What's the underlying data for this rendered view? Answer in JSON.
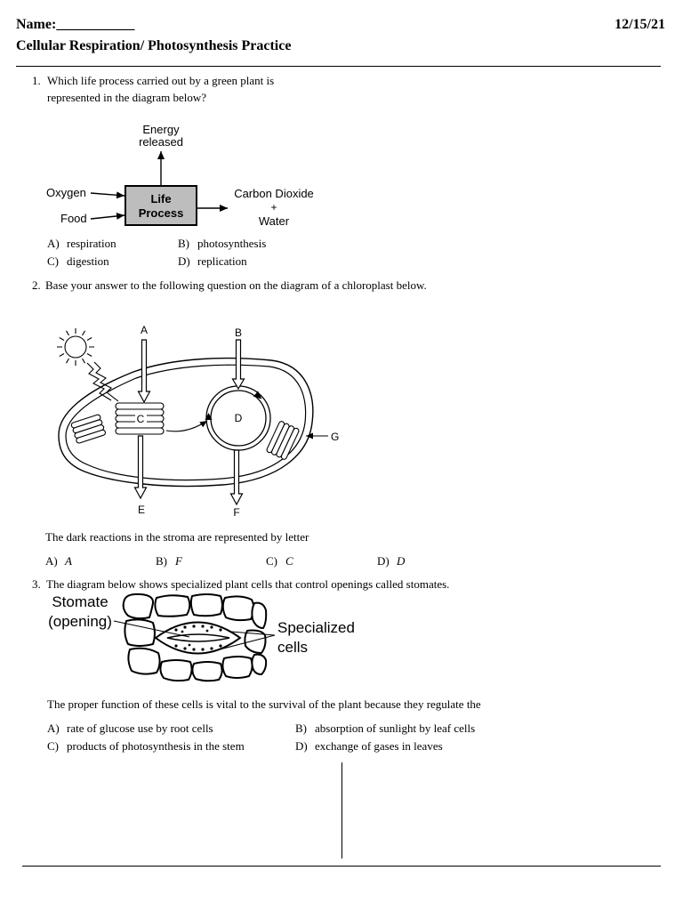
{
  "header": {
    "name_label": "Name:___________",
    "date": "12/15/21",
    "title": "Cellular Respiration/ Photosynthesis Practice"
  },
  "questions": [
    {
      "number": "1.",
      "prompt_lines": [
        "Which life process carried out by a green plant is",
        "represented in the diagram below?"
      ],
      "diagram": {
        "energy_label": [
          "Energy",
          "released"
        ],
        "process_label": [
          "Life",
          "Process"
        ],
        "inputs": [
          "Oxygen",
          "Food"
        ],
        "outputs": [
          "Carbon Dioxide",
          "+",
          "Water"
        ]
      },
      "choices": [
        {
          "letter": "A)",
          "text": "respiration"
        },
        {
          "letter": "B)",
          "text": "photosynthesis"
        },
        {
          "letter": "C)",
          "text": "digestion"
        },
        {
          "letter": "D)",
          "text": "replication"
        }
      ]
    },
    {
      "number": "2.",
      "prompt": "Base your answer to the following question on the diagram of a chloroplast below.",
      "diagram": {
        "labels": [
          "A",
          "B",
          "C",
          "D",
          "E",
          "F",
          "G"
        ]
      },
      "stem": "The dark reactions in the stroma are represented by letter",
      "choices": [
        {
          "letter": "A)",
          "text": "A"
        },
        {
          "letter": "B)",
          "text": "F"
        },
        {
          "letter": "C)",
          "text": "C"
        },
        {
          "letter": "D)",
          "text": "D"
        }
      ]
    },
    {
      "number": "3.",
      "prompt": "The diagram below shows specialized plant cells that control openings called stomates.",
      "diagram": {
        "stomate_label": [
          "Stomate",
          "(opening)"
        ],
        "cells_label": [
          "Specialized",
          "cells"
        ]
      },
      "stem": "The proper function of these cells is vital to the survival of the plant because they regulate the",
      "choices": [
        {
          "letter": "A)",
          "text": "rate of glucose use by root cells"
        },
        {
          "letter": "B)",
          "text": "absorption of sunlight by leaf cells"
        },
        {
          "letter": "C)",
          "text": "products of photosynthesis in the stem"
        },
        {
          "letter": "D)",
          "text": "exchange of gases in leaves"
        }
      ]
    }
  ]
}
